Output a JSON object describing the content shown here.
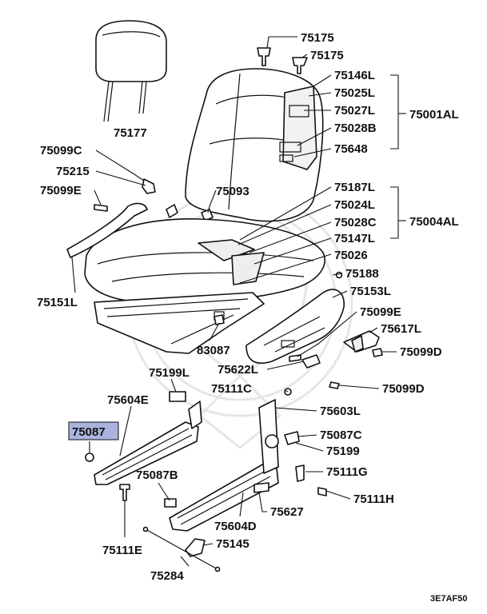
{
  "diagram": {
    "highlight_color": "#a9b4de",
    "line_color": "#111111",
    "diagram_code": "3E7AF50",
    "labels": {
      "p75175a": "75175",
      "p75175b": "75175",
      "p75146L": "75146L",
      "p75025L": "75025L",
      "p75027L": "75027L",
      "p75028B": "75028B",
      "p75648": "75648",
      "p75001AL": "75001AL",
      "p75177": "75177",
      "p75099C": "75099C",
      "p75215": "75215",
      "p75099E_top": "75099E",
      "p75093": "75093",
      "p75187L": "75187L",
      "p75024L": "75024L",
      "p75028C": "75028C",
      "p75004AL": "75004AL",
      "p75147L": "75147L",
      "p75026": "75026",
      "p75151L": "75151L",
      "p75188": "75188",
      "p75153L": "75153L",
      "p75099E_right": "75099E",
      "p75617L": "75617L",
      "p75099D_a": "75099D",
      "p83087": "83087",
      "p75622L": "75622L",
      "p75199L": "75199L",
      "p75111C": "75111C",
      "p75099D_b": "75099D",
      "p75604E": "75604E",
      "p75603L": "75603L",
      "p75087": "75087",
      "p75087C": "75087C",
      "p75199": "75199",
      "p75111G": "75111G",
      "p75087B": "75087B",
      "p75111H": "75111H",
      "p75627": "75627",
      "p75604D": "75604D",
      "p75111E": "75111E",
      "p75145": "75145",
      "p75284": "75284"
    }
  }
}
